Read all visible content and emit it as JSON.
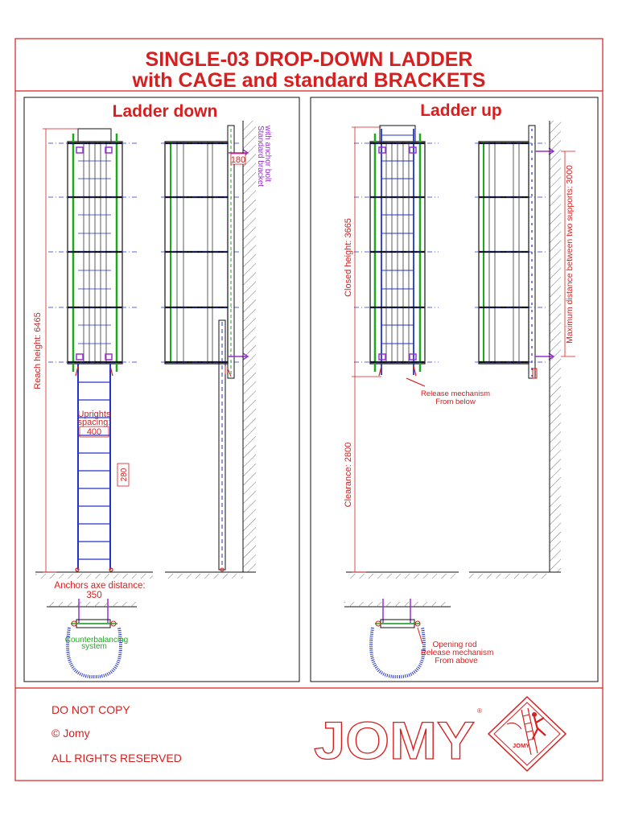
{
  "title": {
    "line1": "SINGLE-03 DROP-DOWN LADDER",
    "line2": "with CAGE and standard BRACKETS"
  },
  "panels": {
    "left": {
      "heading": "Ladder down"
    },
    "right": {
      "heading": "Ladder up"
    }
  },
  "dims": {
    "reach_height": "Reach height: 6465",
    "closed_height": "Closed height: 3665",
    "clearance": "Clearance: 2800",
    "uprights_line1": "Uprights",
    "uprights_line2": "spacing:",
    "uprights_value": "400",
    "rung_pitch": "280",
    "bracket_offset": "180",
    "anchors_label": "Anchors axe distance:",
    "anchors_value": "350",
    "max_support": "Maximum distance between two supports: 3000"
  },
  "notes": {
    "standard_bracket_line1": "Standard bracket",
    "standard_bracket_line2": "with anchor bolt",
    "release_below_line1": "Release mechanism",
    "release_below_line2": "From below",
    "counterbalancing_line1": "Counterbalancing",
    "counterbalancing_line2": "system",
    "opening_rod": "Opening rod",
    "release_above_line1": "Release mechanism",
    "release_above_line2": "From above"
  },
  "footer": {
    "do_not_copy": "DO NOT COPY",
    "copyright": "© Jomy",
    "rights": "ALL RIGHTS RESERVED",
    "brand_logo": "JOMY",
    "emblem_text": "JOMY"
  },
  "colors": {
    "frame": "#d81e1e",
    "ladder_blue": "#2233cc",
    "cage_green": "#1ea81e",
    "note_purple": "#9a2fd6",
    "dark": "#111111"
  }
}
